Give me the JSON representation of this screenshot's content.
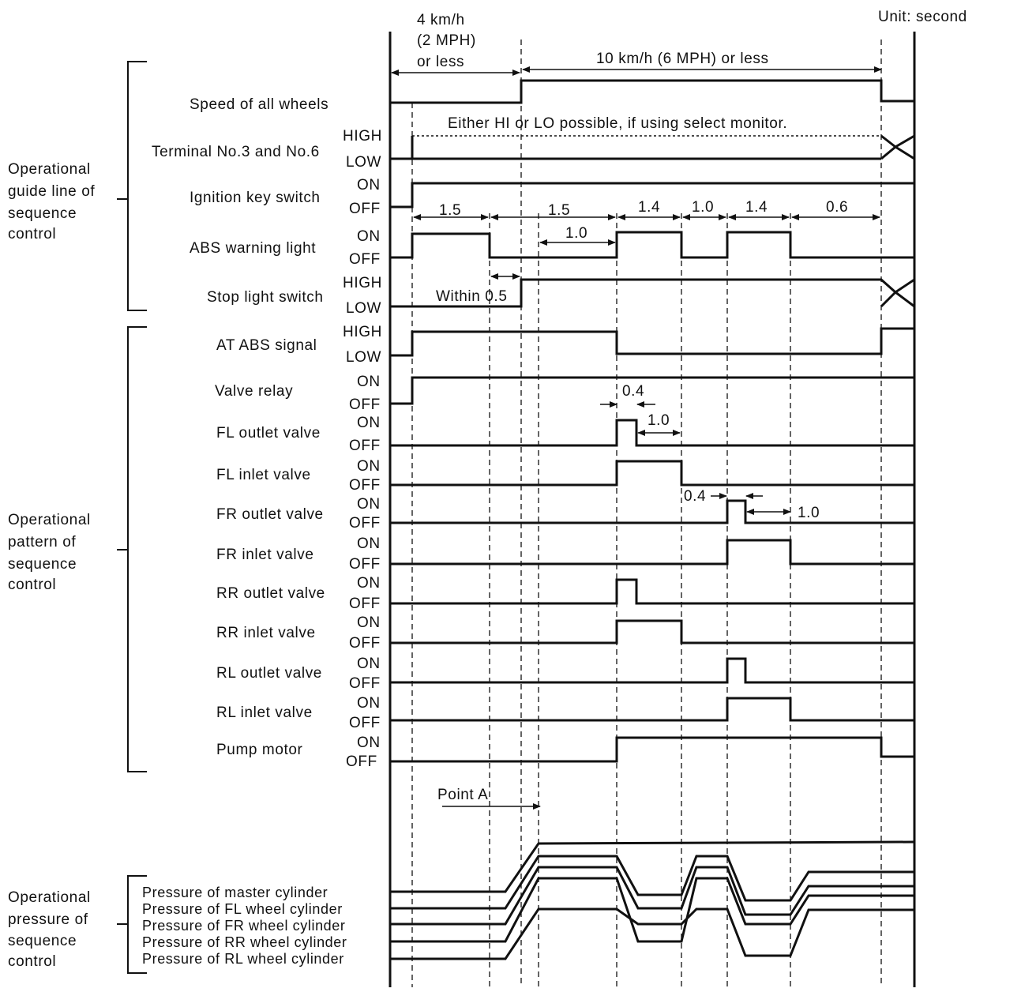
{
  "unit_label": "Unit: second",
  "speed": {
    "low_label_1": "4 km/h",
    "low_label_2": "(2 MPH)",
    "low_label_3": "or less",
    "high_label": "10 km/h (6 MPH) or less"
  },
  "either_note": "Either HI or LO possible, if using select monitor.",
  "sections": {
    "guide_line": [
      "Operational",
      "guide line of",
      "sequence",
      "control"
    ],
    "pattern": [
      "Operational",
      "pattern of",
      "sequence",
      "control"
    ],
    "pressure": [
      "Operational",
      "pressure of",
      "sequence",
      "control"
    ]
  },
  "signals": [
    {
      "name": "Speed of all wheels",
      "hi": "",
      "lo": ""
    },
    {
      "name": "Terminal No.3 and No.6",
      "hi": "HIGH",
      "lo": "LOW"
    },
    {
      "name": "Ignition key switch",
      "hi": "ON",
      "lo": "OFF"
    },
    {
      "name": "ABS warning light",
      "hi": "ON",
      "lo": "OFF"
    },
    {
      "name": "Stop light switch",
      "hi": "HIGH",
      "lo": "LOW"
    },
    {
      "name": "AT ABS signal",
      "hi": "HIGH",
      "lo": "LOW"
    },
    {
      "name": "Valve relay",
      "hi": "ON",
      "lo": "OFF"
    },
    {
      "name": "FL outlet valve",
      "hi": "ON",
      "lo": "OFF"
    },
    {
      "name": "FL inlet valve",
      "hi": "ON",
      "lo": "OFF"
    },
    {
      "name": "FR outlet valve",
      "hi": "ON",
      "lo": "OFF"
    },
    {
      "name": "FR inlet valve",
      "hi": "ON",
      "lo": "OFF"
    },
    {
      "name": "RR outlet valve",
      "hi": "ON",
      "lo": "OFF"
    },
    {
      "name": "RR inlet valve",
      "hi": "ON",
      "lo": "OFF"
    },
    {
      "name": "RL outlet valve",
      "hi": "ON",
      "lo": "OFF"
    },
    {
      "name": "RL inlet valve",
      "hi": "ON",
      "lo": "OFF"
    },
    {
      "name": "Pump motor",
      "hi": "ON",
      "lo": "OFF"
    }
  ],
  "pressures": [
    "Pressure of master cylinder",
    "Pressure of FL wheel cylinder",
    "Pressure of FR wheel cylinder",
    "Pressure of RR wheel cylinder",
    "Pressure of RL wheel cylinder"
  ],
  "timings": {
    "t1": "1.5",
    "t2": "1.5",
    "t3": "1.4",
    "t4": "1.0",
    "t5": "1.4",
    "t6": "0.6",
    "warn_off": "1.0",
    "within": "Within 0.5",
    "fl_pulse": "0.4",
    "fl_after": "1.0",
    "fr_pulse": "0.4",
    "fr_after": "1.0"
  },
  "point_a": "Point A"
}
